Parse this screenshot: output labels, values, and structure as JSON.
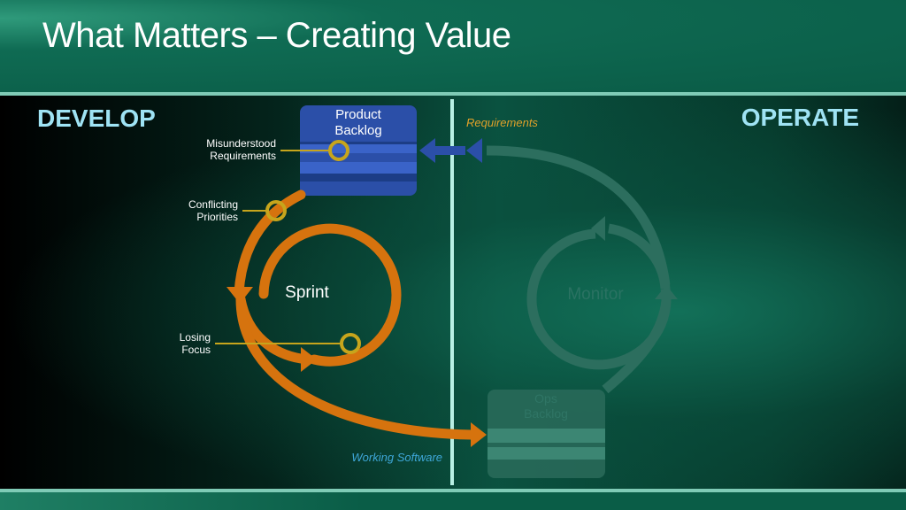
{
  "slide": {
    "title": "What Matters – Creating Value"
  },
  "develop": {
    "heading": "DEVELOP",
    "product_backlog": [
      "Product",
      "Backlog"
    ],
    "sprint": "Sprint",
    "issues": {
      "misunderstood": [
        "Misunderstood",
        "Requirements"
      ],
      "conflicting": [
        "Conflicting",
        "Priorities"
      ],
      "losing_focus": [
        "Losing",
        "Focus"
      ]
    },
    "working_software": "Working Software"
  },
  "operate": {
    "heading": "OPERATE",
    "requirements": "Requirements",
    "monitor": "Monitor",
    "ops_backlog": [
      "Ops",
      "Backlog"
    ]
  },
  "colors": {
    "title_bg": "#0a5b46",
    "heading": "#9fe3f4",
    "sprint_arrow": "#d6730e",
    "product_backlog_fill": "#2b4fa8",
    "requirements_text": "#e0a12a",
    "working_software_text": "#3ea7d8",
    "issue_marker": "#c7a51c",
    "divider": "#b8f0e4"
  }
}
